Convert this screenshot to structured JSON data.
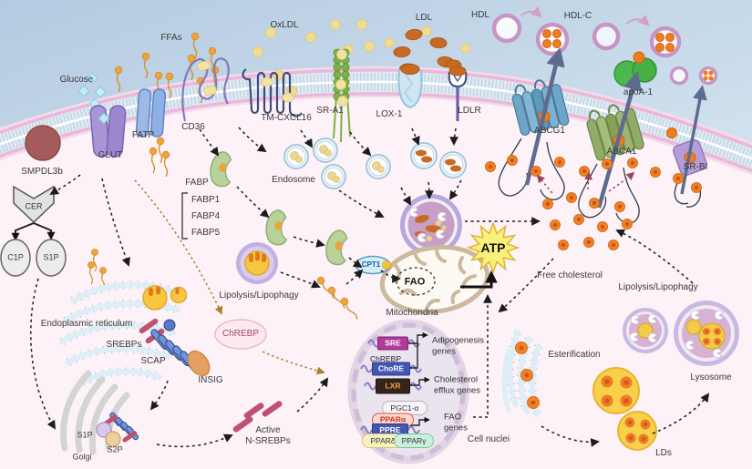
{
  "labels": {
    "glucose": "Glucose",
    "ffas": "FFAs",
    "oxldl": "OxLDL",
    "ldl": "LDL",
    "hdl": "HDL",
    "hdl_c": "HDL-C",
    "apoa1": "apoA-1",
    "smpdl3b": "SMPDL3b",
    "fatp": "FATP",
    "cd36": "CD36",
    "glut": "GLUT",
    "tm_cxcl16": "TM-CXCL16",
    "sr_a1": "SR-A1",
    "lox1": "LOX-1",
    "ldlr": "LDLR",
    "abcg1": "ABCG1",
    "abca1": "ABCA1",
    "sr_bi": "SR-BI",
    "cer": "CER",
    "c1p": "C1P",
    "s1p": "S1P",
    "fabp": "FABP",
    "fabp1": "FABP1",
    "fabp4": "FABP4",
    "fabp5": "FABP5",
    "endosome": "Endosome",
    "er": "Endoplasmic reticulum",
    "srebps": "SREBPs",
    "scap": "SCAP",
    "insig": "INSIG",
    "chrebp_cyto": "ChREBP",
    "lipolysis_left": "Lipolysis/Lipophagy",
    "cpt1": "CPT1",
    "fao": "FAO",
    "mitochondria": "Mitochondria",
    "atp": "ATP",
    "free_cholesterol": "Free cholesterol",
    "lipolysis_right": "Lipolysis/Lipophagy",
    "esterification": "Esterification",
    "lysosome": "Lysosome",
    "lds": "LDs",
    "golgi": "Golgi",
    "s1p_golgi": "S1P",
    "s2p_golgi": "S2P",
    "active1": "Active",
    "active2": "N-SREBPs",
    "cell_nuclei": "Cell nuclei"
  },
  "nucleus": {
    "sre": "SRE",
    "chrebp": "ChREBP",
    "chore": "ChoRE",
    "lxr": "LXR",
    "pgc1a": "PGC1-α",
    "ppara": "PPARα",
    "ppre": "PPRE",
    "ppard": "PPARδ",
    "pparg": "PPARγ",
    "genes": {
      "adipo1": "Adipogenesis",
      "adipo2": "genes",
      "efflux1": "Cholesterol",
      "efflux2": "efflux genes",
      "fao1": "FAO",
      "fao2": "genes"
    }
  },
  "colors": {
    "extracellular_top": "#b4cbe1",
    "extracellular_bottom": "#ddebf4",
    "cytoplasm": "#fcf2f8",
    "membrane_pink": "#ecb7d8",
    "cholesterol_orange": "#ef7d22",
    "ldl_orange": "#c96a22",
    "oxldl_yellow": "#f0dc96",
    "lipid_droplet_yellow": "#f6c73f",
    "atp_yellow": "#f9f07a",
    "fabp_green": "#b8d29c",
    "srebp_pink": "#c05070",
    "scap_blue": "#6f94d8",
    "insig_orange": "#e4a05e",
    "sre_box": "#b23a9c",
    "chore_box": "#4356b4",
    "lxr_box": "#34241a",
    "ppre_box": "#4356b4",
    "ppara_red": "#e05038",
    "ppard_yellow": "#f8f2c0",
    "pparg_green": "#cdeede",
    "maroon_arrow": "#9c4560",
    "tan_arrow": "#a9822e",
    "hdl_ring": "#c795c5",
    "abcg1_blue": "#6ea6c8",
    "abca1_green": "#92ab68",
    "srbi_purple": "#b79dd8",
    "lox1_blue": "#cfe7f3",
    "sra1_green": "#7cb342"
  }
}
